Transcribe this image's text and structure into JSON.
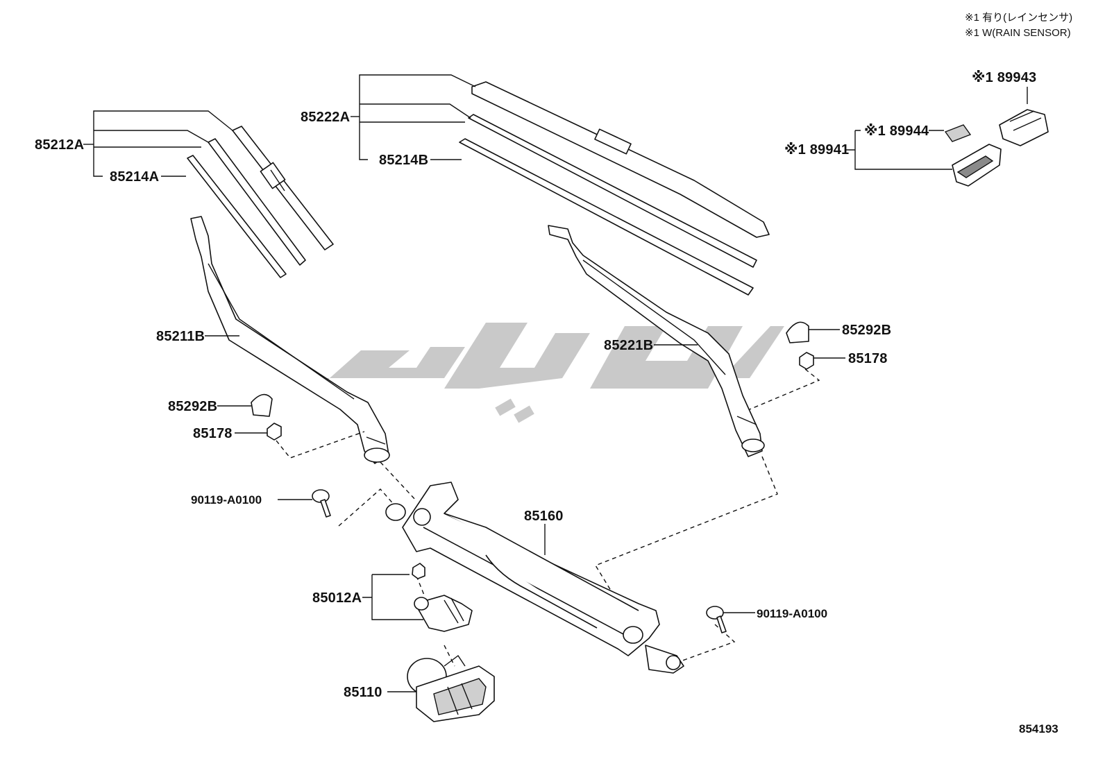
{
  "notes": {
    "line1": "※1 有り(レインセンサ)",
    "line2": "※1 W(RAIN SENSOR)"
  },
  "diagram_id": "854193",
  "watermark": "تاپ پارت",
  "parts": {
    "p85212A": "85212A",
    "p85214A": "85214A",
    "p85222A": "85222A",
    "p85214B": "85214B",
    "p89943": "※1 89943",
    "p89944": "※1 89944",
    "p89941": "※1 89941",
    "p85211B": "85211B",
    "p85221B": "85221B",
    "p85292B_left": "85292B",
    "p85292B_right": "85292B",
    "p85178_left": "85178",
    "p85178_right": "85178",
    "p90119_left": "90119-A0100",
    "p90119_right": "90119-A0100",
    "p85160": "85160",
    "p85012A": "85012A",
    "p85110": "85110"
  },
  "colors": {
    "line": "#111111",
    "watermark": "#c9c9c9",
    "shade": "#cfcfcf"
  }
}
